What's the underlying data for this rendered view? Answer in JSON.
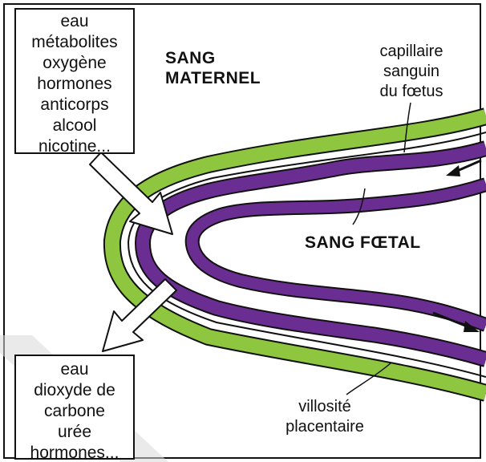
{
  "input_box": {
    "lines": [
      "eau",
      "métabolites",
      "oxygène",
      "hormones",
      "anticorps",
      "alcool",
      "nicotine..."
    ]
  },
  "output_box": {
    "lines": [
      "eau",
      "dioxyde de",
      "carbone",
      "urée",
      "hormones..."
    ]
  },
  "labels": {
    "maternal_blood": [
      "SANG",
      "MATERNEL"
    ],
    "fetal_blood": "SANG FŒTAL",
    "fetal_capillary": [
      "capillaire",
      "sanguin",
      "du fœtus"
    ],
    "villus": [
      "villosité",
      "placentaire"
    ]
  },
  "colors": {
    "outer_layer": "#8ec63f",
    "inner_vessel": "#6a2d91",
    "outline": "#111111"
  }
}
